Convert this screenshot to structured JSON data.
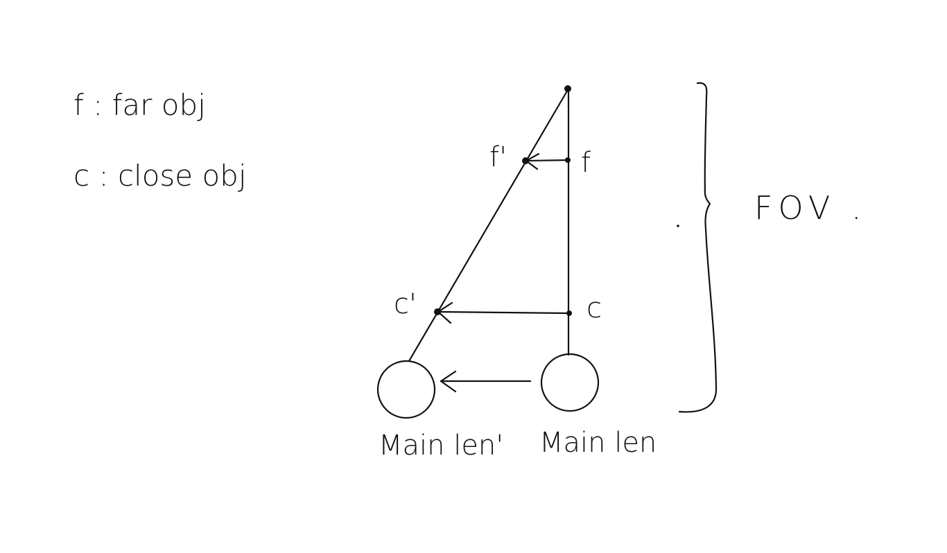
{
  "legend": {
    "far": "f : far obj",
    "close": "c : close obj"
  },
  "labels": {
    "f": "f",
    "f_prime": "f'",
    "c": "c",
    "c_prime": "c'",
    "main_lens": "Main len",
    "main_lens_prime": "Main len'",
    "fov": "FOV ."
  },
  "colors": {
    "ink": "#111111",
    "background": "#ffffff"
  }
}
